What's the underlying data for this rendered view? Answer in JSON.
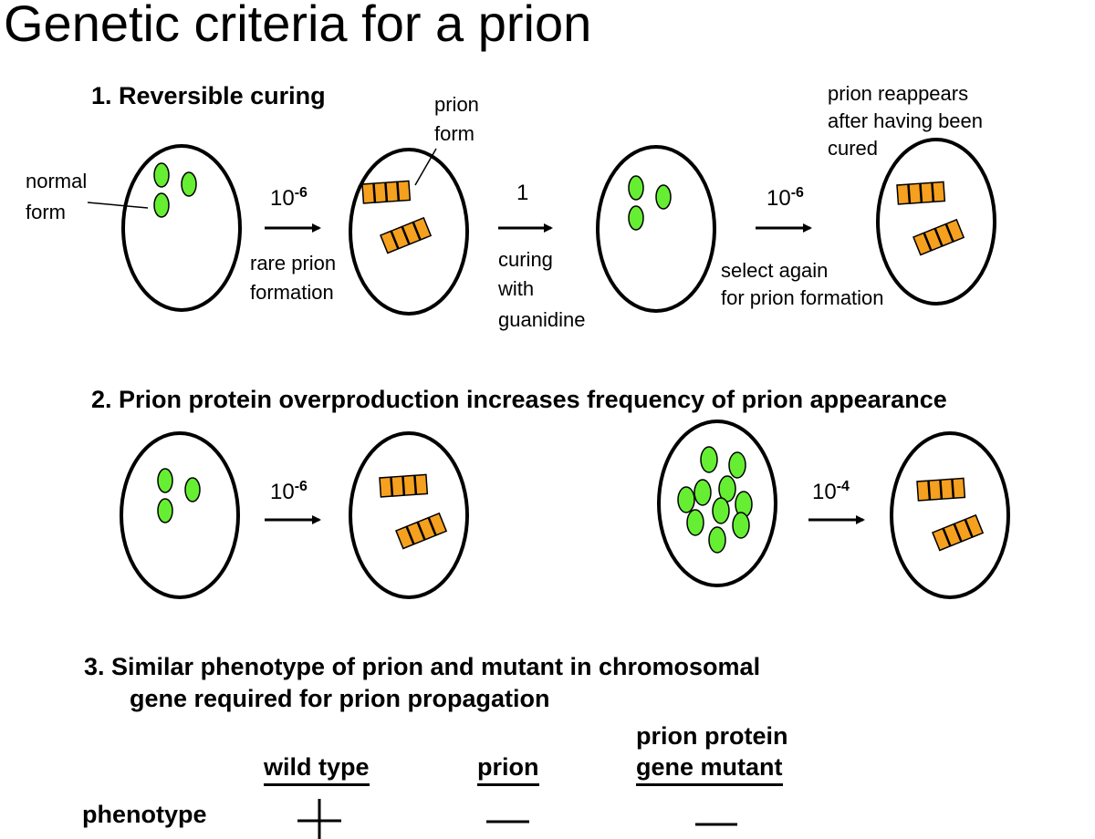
{
  "title": "Genetic criteria for a prion",
  "section1": {
    "heading": "1. Reversible curing",
    "label_normal_line1": "normal",
    "label_normal_line2": "form",
    "label_prion_line1": "prion",
    "label_prion_line2": "form",
    "rate1": "10",
    "rate1_exp": "-6",
    "step1_line1": "rare prion",
    "step1_line2": "formation",
    "rate2": "1",
    "step2_line1": "curing",
    "step2_line2": "with",
    "step2_line3": "guanidine",
    "rate3": "10",
    "rate3_exp": "-6",
    "step3_line1": "select again",
    "step3_line2": "for prion formation",
    "reappear_line1": "prion reappears",
    "reappear_line2": "after having been",
    "reappear_line3": "cured"
  },
  "section2": {
    "heading": "2. Prion protein overproduction increases frequency of prion appearance",
    "rate_left": "10",
    "rate_left_exp": "-6",
    "rate_right": "10",
    "rate_right_exp": "-4"
  },
  "section3": {
    "heading_line1": "3. Similar phenotype of prion and mutant in chromosomal",
    "heading_line2": "gene required for prion propagation",
    "col_wild_type": "wild type",
    "col_prion": "prion",
    "col_mutant_line1": "prion protein",
    "col_mutant_line2": "gene mutant",
    "row_label": "phenotype",
    "wild_type_value": "plus",
    "prion_value": "minus",
    "mutant_value": "minus"
  },
  "colors": {
    "normal_protein": "#66ee33",
    "prion_aggregate": "#f5a01e",
    "outline": "#000000"
  }
}
